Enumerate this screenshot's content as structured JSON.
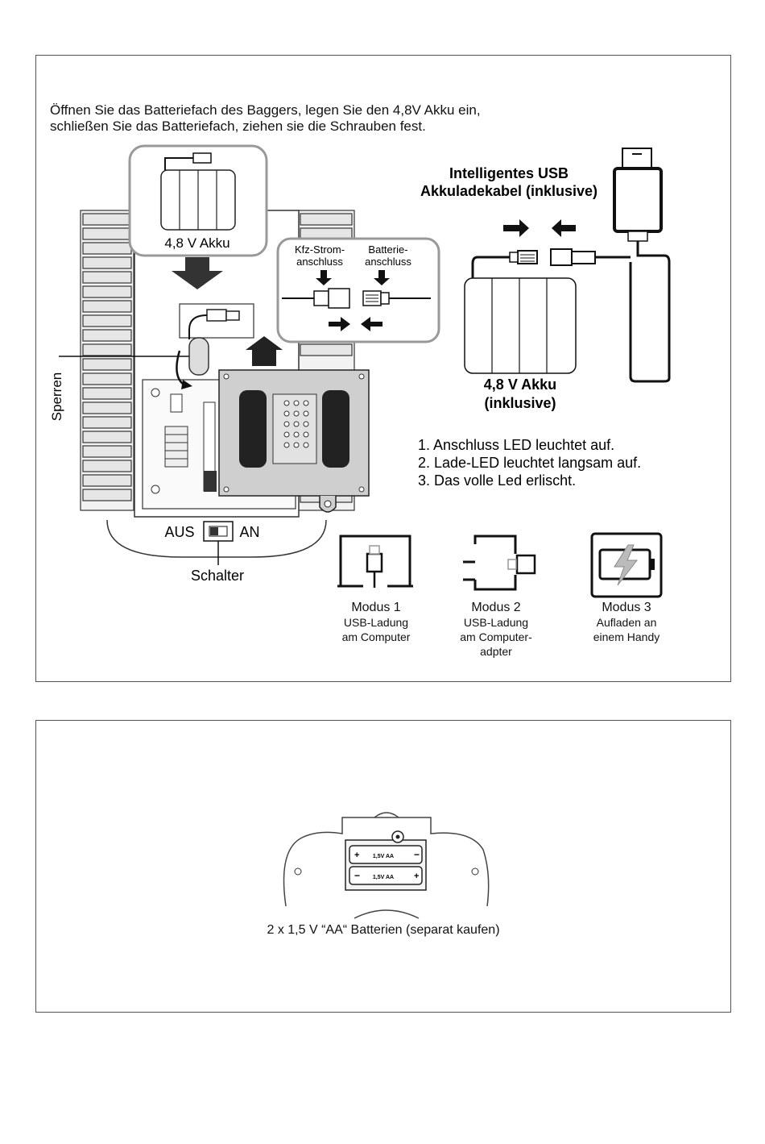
{
  "panel1": {
    "instruction_line1": "Öffnen Sie das Batteriefach des Baggers, legen Sie den 4,8V Akku ein,",
    "instruction_line2": "schließen Sie das Batteriefach, ziehen sie die Schrauben fest.",
    "callout_battery_label": "4,8 V Akku",
    "kfz_label_line1": "Kfz-Strom-",
    "kfz_label_line2": "anschluss",
    "batterie_label_line1": "Batterie-",
    "batterie_label_line2": "anschluss",
    "sperren_label": "Sperren",
    "switch_off_label": "AUS",
    "switch_on_label": "AN",
    "schalter_label": "Schalter",
    "usb_title_line1": "Intelligentes USB",
    "usb_title_line2": "Akkuladekabel (inklusive)",
    "akku_label_line1": "4,8 V Akku",
    "akku_label_line2": "(inklusive)",
    "steps": [
      "1. Anschluss LED leuchtet auf.",
      "2. Lade-LED leuchtet langsam auf.",
      "3. Das volle Led erlischt."
    ],
    "modes": [
      {
        "title": "Modus 1",
        "line1": "USB-Ladung",
        "line2": "am Computer",
        "line3": ""
      },
      {
        "title": "Modus 2",
        "line1": "USB-Ladung",
        "line2": "am Computer-",
        "line3": "adpter"
      },
      {
        "title": "Modus 3",
        "line1": "Aufladen an",
        "line2": "einem Handy",
        "line3": ""
      }
    ]
  },
  "panel2": {
    "battery1_label": "1,5V AA",
    "battery2_label": "1,5V AA",
    "caption": "2 x 1,5 V “AA“ Batterien (separat kaufen)"
  }
}
